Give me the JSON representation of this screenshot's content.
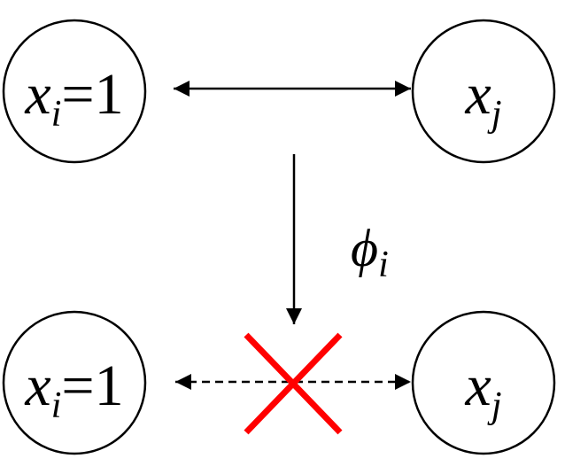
{
  "top_row": {
    "left_node": {
      "var": "x",
      "sub": "i",
      "eq": "=1"
    },
    "right_node": {
      "var": "x",
      "sub": "j"
    }
  },
  "bottom_row": {
    "left_node": {
      "var": "x",
      "sub": "i",
      "eq": "=1"
    },
    "right_node": {
      "var": "x",
      "sub": "j"
    }
  },
  "transition": {
    "symbol": "ϕ",
    "sub": "i"
  },
  "colors": {
    "stroke": "#000000",
    "cross": "#ff0000",
    "background": "#ffffff"
  }
}
